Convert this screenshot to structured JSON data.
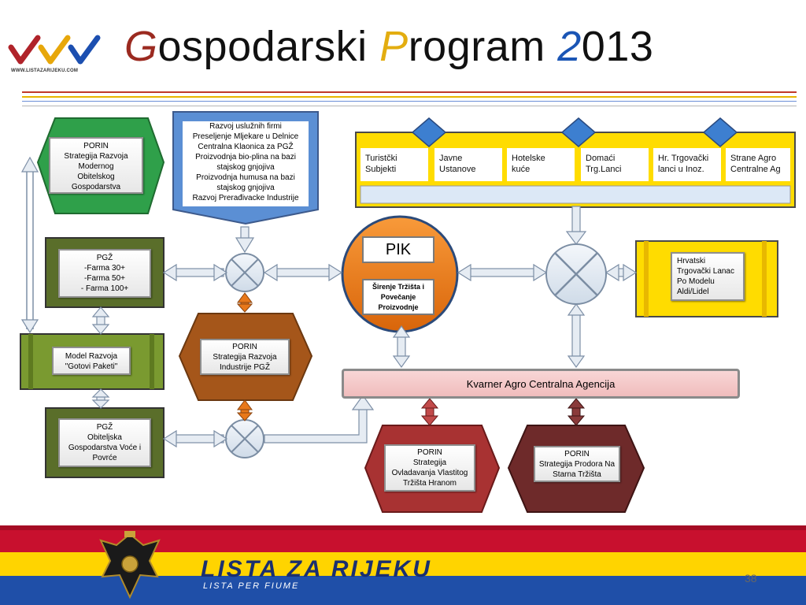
{
  "header": {
    "title_g": "G",
    "title_rest1": "ospodarski ",
    "title_p": "P",
    "title_rest2": "rogram ",
    "title_2": "2",
    "title_rest3": "013",
    "logo_url": "WWW.LISTAZARIJEKU.COM"
  },
  "left": {
    "porin_top": "PORIN\nStrategija Razvoja\nModernog\nObitelskog\nGospodarstva",
    "pgz_farm": "PGŽ\n-Farma 30+\n-Farma 50+\n- Farma 100+",
    "model": "Model Razvoja\n\"Gotovi Paketi\"",
    "pgz_fruit": "PGŽ\nObiteljska\nGospodarstva Voće i\nPovrće"
  },
  "center": {
    "dev_list": "Razvoj uslužnih firmi\nPreseljenje Mljekare u Delnice\nCentralna Klaonica za PGŽ\nProizvodnja bio-plina na bazi\nstajskog gnjojiva\nProizvodnja humusa na bazi\nstajskog gnjojiva\nRazvoj Prerađivacke Industrije",
    "porin_industry": "PORIN\nStrategija Razvoja\nIndustrije PGŽ",
    "pik_title": "PIK",
    "pik_sub": "Širenje Tržišta i\nPovečanje\nProizvodnje"
  },
  "right": {
    "segments": [
      "Turistčki\nSubjekti",
      "Javne\nUstanove",
      "Hotelske\nkuće",
      "Domaći\nTrg.Lanci",
      "Hr. Trgovački\nlanci u Inoz.",
      "Strane Agro\nCentralne Ag"
    ],
    "retail": "Hrvatski\nTrgovački Lanac\nPo  Modelu\nAldi/Lidel",
    "agency": "Kvarner Agro Centralna Agencija",
    "porin_red": "PORIN\nStrategija\nOvladavanja Vlastitog\nTržišta Hranom",
    "porin_maroon": "PORIN\nStrategija Prodora Na\nStarna Tržišta"
  },
  "footer": {
    "brand": "LISTA ZA RIJEKU",
    "sub": "LISTA PER FIUME",
    "page": "38"
  },
  "colors": {
    "green_hex": "#2fa04a",
    "olive": "#5a6e2a",
    "orange": "#f07a10",
    "brown": "#a5561a",
    "yellow": "#ffdc00",
    "red_hex": "#a83232",
    "maroon_hex": "#6e2a2a",
    "blue_pentagon": "#5b8fd4"
  }
}
